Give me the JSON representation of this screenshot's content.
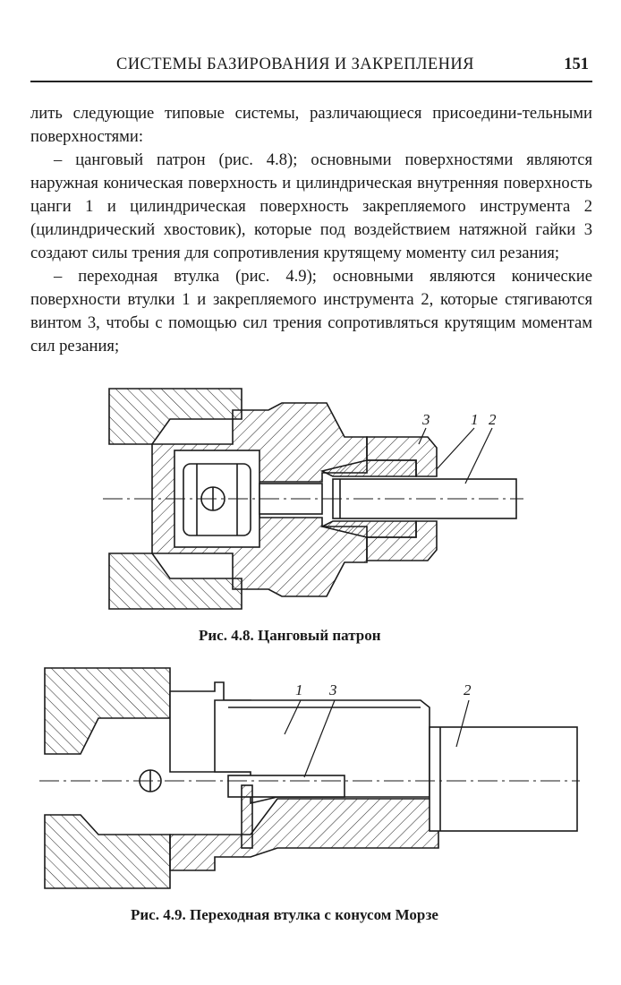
{
  "header": {
    "running_title": "СИСТЕМЫ БАЗИРОВАНИЯ И ЗАКРЕПЛЕНИЯ",
    "page_number": "151"
  },
  "paragraphs": [
    "лить следующие типовые системы, различающиеся присоедини-тельными поверхностями:",
    "– цанговый патрон (рис. 4.8); основными поверхностями являются наружная коническая поверхность и цилиндрическая внутренняя поверхность цанги 1 и цилиндрическая поверхность закрепляемого инструмента 2 (цилиндрический хвостовик), которые под воздействием натяжной гайки 3 создают силы трения для сопротивления крутящему моменту сил резания;",
    "– переходная втулка (рис. 4.9); основными являются коничеcкие поверхности втулки 1 и закрепляемого инструмента 2, которые стягиваются винтом 3, чтобы с помощью сил трения сопротивляться крутящим моментам сил резания;"
  ],
  "figure_1": {
    "labels": [
      "3",
      "1",
      "2"
    ],
    "caption": "Рис. 4.8.  Цанговый патрон"
  },
  "figure_2": {
    "labels": [
      "1",
      "3",
      "2"
    ],
    "caption": "Рис. 4.9. Переходная втулка с конусом Морзе"
  }
}
